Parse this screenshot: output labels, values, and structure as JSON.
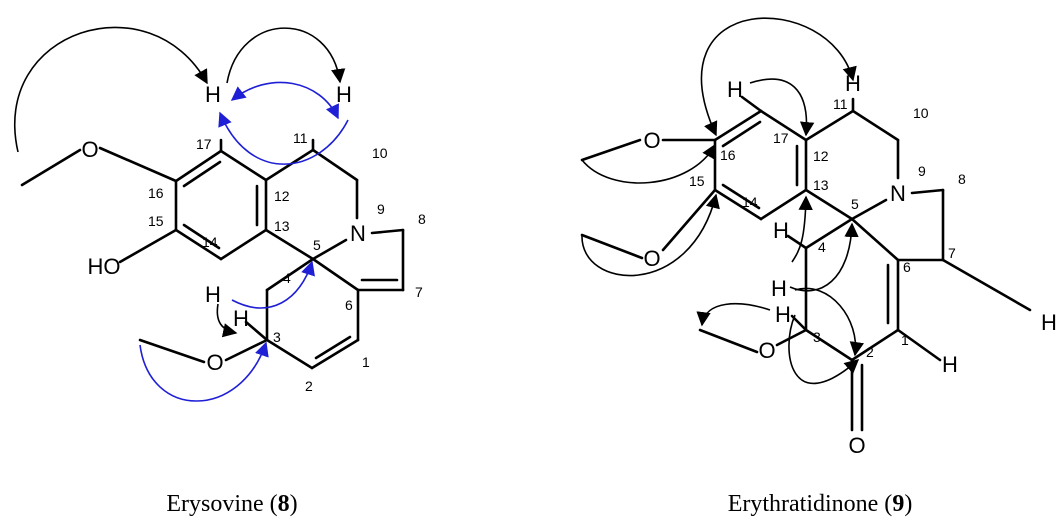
{
  "colors": {
    "bond": "#000000",
    "hmbc": "#000000",
    "cosy": "#1f1fd6"
  },
  "molecule_8": {
    "caption_name": "Erysovine (",
    "caption_num": "8",
    "caption_close": ")",
    "atoms": {
      "O_top": "O",
      "HO": "HO",
      "N": "N",
      "O_bottom": "O",
      "H17": "H",
      "H11": "H",
      "H14": "H",
      "H3": "H"
    },
    "numbers": {
      "n17": "17",
      "n11": "11",
      "n10": "10",
      "n16": "16",
      "n12": "12",
      "n15": "15",
      "n13": "13",
      "n9": "9",
      "n8": "8",
      "n14": "14",
      "n5": "5",
      "n4": "4",
      "n7": "7",
      "n6": "6",
      "n3": "3",
      "n2": "2",
      "n1": "1"
    }
  },
  "molecule_9": {
    "caption_name": "Erythratidinone (",
    "caption_num": "9",
    "caption_close": ")",
    "atoms": {
      "O_top": "O",
      "O_mid": "O",
      "N": "N",
      "O_3": "O",
      "O_keto": "O",
      "H17": "H",
      "H11": "H",
      "H4a": "H",
      "H4b": "H",
      "H3": "H",
      "H1": "H",
      "H7": "H"
    },
    "numbers": {
      "n17": "17",
      "n11": "11",
      "n10": "10",
      "n16": "16",
      "n12": "12",
      "n15": "15",
      "n13": "13",
      "n14": "14",
      "n9": "9",
      "n8": "8",
      "n5": "5",
      "n4": "4",
      "n7": "7",
      "n6": "6",
      "n3": "3",
      "n2": "2",
      "n1": "1"
    }
  }
}
